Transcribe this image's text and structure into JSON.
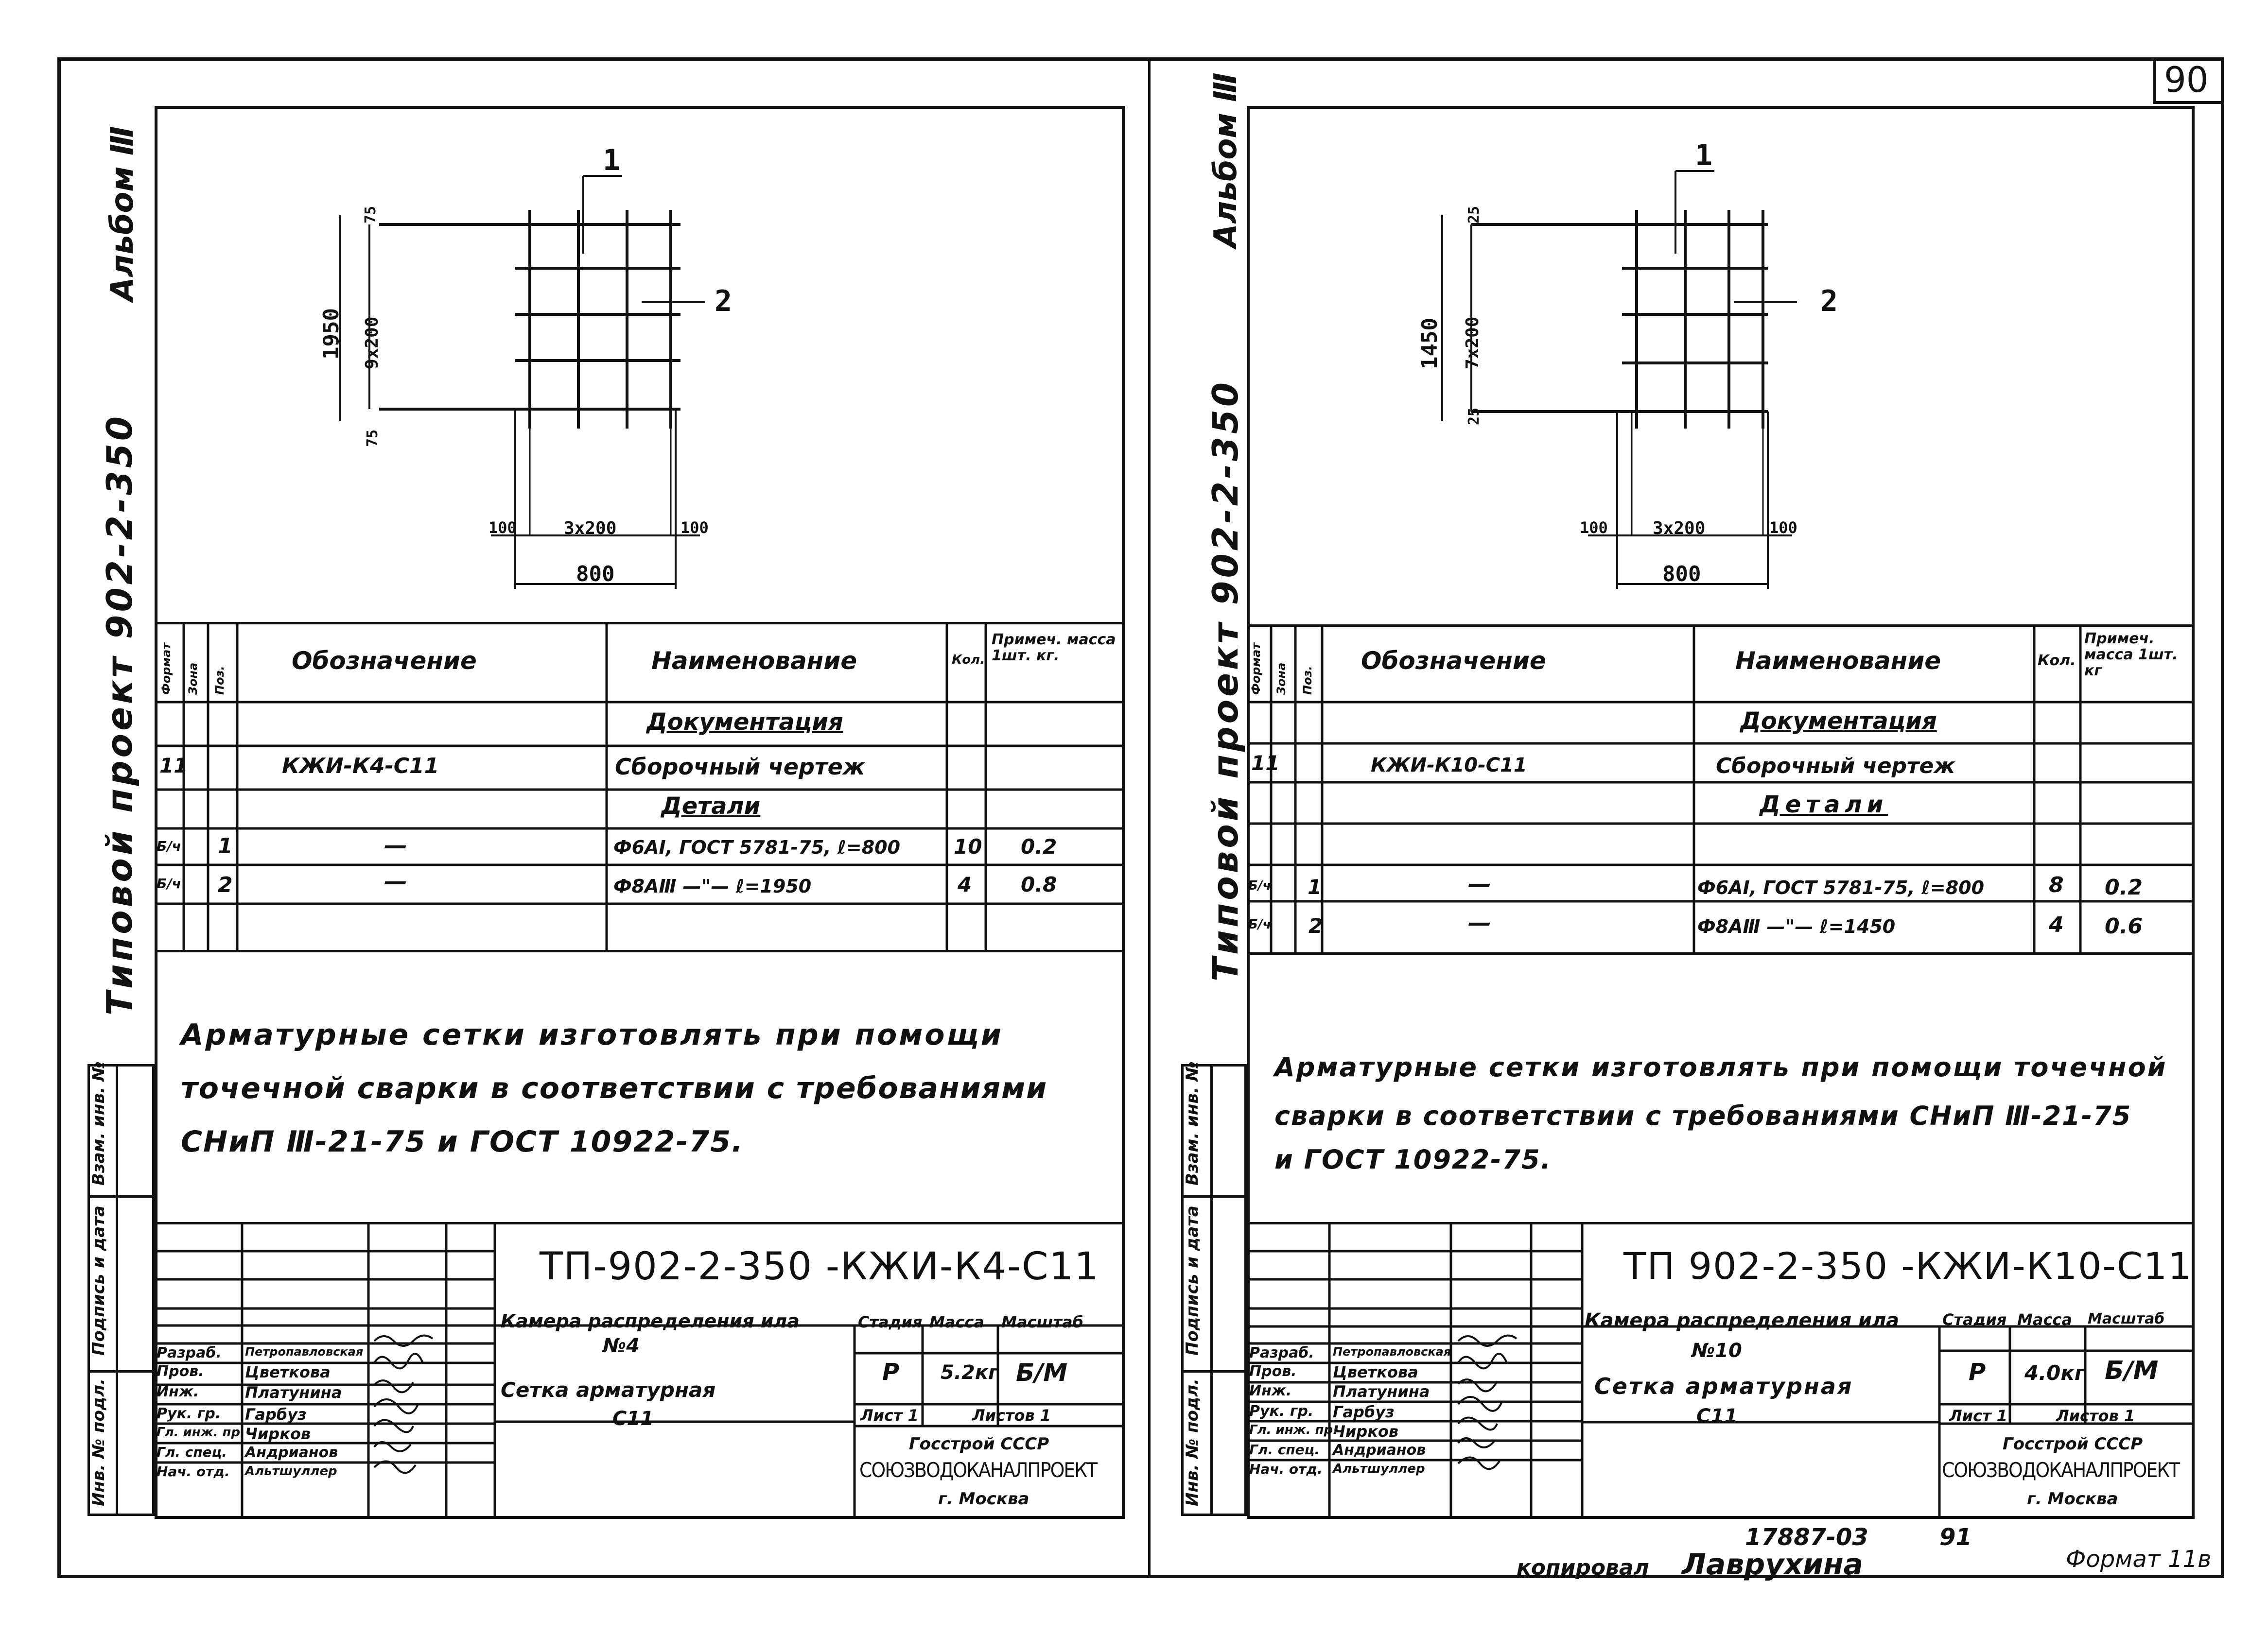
{
  "page_number": "90",
  "footer": {
    "code": "17887-03",
    "sheet_no": "91",
    "copied_by": "копировал",
    "copier": "Лаврухина",
    "format": "Формат 11в"
  },
  "left": {
    "album": "Альбом Ⅲ",
    "project": "Типовой проект 902-2-350",
    "drawing": {
      "height_total": "1950",
      "spacing_v": "9х200",
      "top_offset": "75",
      "bottom_offset": "75",
      "spacing_h": "3х200",
      "margin_left": "100",
      "margin_right": "100",
      "width_total": "800",
      "callout_1": "1",
      "callout_2": "2"
    },
    "table": {
      "headers": {
        "format": "Формат",
        "zone": "Зона",
        "pos": "Поз.",
        "designation": "Обозначение",
        "name": "Наименование",
        "qty": "Кол.",
        "note": "Примеч. масса 1шт. кг."
      },
      "section_docs": "Документация",
      "row_docs": {
        "format": "11",
        "designation": "КЖИ-К4-С11",
        "name": "Сборочный чертеж"
      },
      "section_parts": "Детали",
      "rows": [
        {
          "format": "Б/ч",
          "pos": "1",
          "designation": "—",
          "name": "Ф6АⅠ, ГОСТ 5781-75, ℓ=800",
          "qty": "10",
          "note": "0.2"
        },
        {
          "format": "Б/ч",
          "pos": "2",
          "designation": "—",
          "name": "Ф8АⅢ —\"— ℓ=1950",
          "qty": "4",
          "note": "0.8"
        }
      ]
    },
    "note_lines": [
      "Арматурные сетки изготовлять при помощи",
      "точечной сварки в соответствии с требованиями",
      "СНиП Ⅲ-21-75 и ГОСТ 10922-75."
    ],
    "side_labels": [
      "Взам. инв. №",
      "Подпись и дата",
      "Инв. № подл."
    ],
    "title_block": {
      "doc_code": "ТП-902-2-350 -КЖИ-К4-С11",
      "object_l1": "Камера распределения ила",
      "object_l2": "№4",
      "object_l3": "Сетка арматурная",
      "object_l4": "С11",
      "stage_h": "Стадия",
      "mass_h": "Масса",
      "scale_h": "Масштаб",
      "stage": "Р",
      "mass": "5.2кг",
      "scale": "Б/М",
      "sheet": "Лист 1",
      "sheets": "Листов 1",
      "org1": "Госстрой СССР",
      "org2": "СОЮЗВОДОКАНАЛПРОЕКТ",
      "org3": "г. Москва",
      "roles": [
        "Разраб.",
        "Пров.",
        "Инж.",
        "Рук. гр.",
        "Гл. инж. пр.",
        "Гл. спец.",
        "Нач. отд."
      ],
      "names": [
        "Петропавловская",
        "Цветкова",
        "Платунина",
        "Гарбуз",
        "Чирков",
        "Андрианов",
        "Альтшуллер"
      ]
    }
  },
  "right": {
    "album": "Альбом Ⅲ",
    "project": "Типовой проект 902-2-350",
    "drawing": {
      "height_total": "1450",
      "spacing_v": "7х200",
      "top_offset": "25",
      "bottom_offset": "25",
      "spacing_h": "3х200",
      "margin_left": "100",
      "margin_right": "100",
      "width_total": "800",
      "callout_1": "1",
      "callout_2": "2"
    },
    "table": {
      "headers": {
        "format": "Формат",
        "zone": "Зона",
        "pos": "Поз.",
        "designation": "Обозначение",
        "name": "Наименование",
        "qty": "Кол.",
        "note": "Примеч. масса 1шт. кг"
      },
      "section_docs": "Документация",
      "row_docs": {
        "format": "11",
        "designation": "КЖИ-К10-С11",
        "name": "Сборочный чертеж"
      },
      "section_parts": "Детали",
      "rows": [
        {
          "format": "Б/ч",
          "pos": "1",
          "designation": "—",
          "name": "Ф6АⅠ, ГОСТ 5781-75, ℓ=800",
          "qty": "8",
          "note": "0.2"
        },
        {
          "format": "Б/ч",
          "pos": "2",
          "designation": "—",
          "name": "Ф8АⅢ —\"— ℓ=1450",
          "qty": "4",
          "note": "0.6"
        }
      ]
    },
    "note_lines": [
      "Арматурные сетки изготовлять при помощи точечной",
      "сварки в соответствии с требованиями СНиП Ⅲ-21-75",
      "и ГОСТ 10922-75."
    ],
    "side_labels": [
      "Взам. инв. №",
      "Подпись и дата",
      "Инв. № подл."
    ],
    "title_block": {
      "doc_code": "ТП 902-2-350 -КЖИ-К10-С11",
      "object_l1": "Камера распределения ила",
      "object_l2": "№10",
      "object_l3": "Сетка арматурная",
      "object_l4": "С11",
      "stage_h": "Стадия",
      "mass_h": "Масса",
      "scale_h": "Масштаб",
      "stage": "Р",
      "mass": "4.0кг",
      "scale": "Б/М",
      "sheet": "Лист 1",
      "sheets": "Листов 1",
      "org1": "Госстрой СССР",
      "org2": "СОЮЗВОДОКАНАЛПРОЕКТ",
      "org3": "г. Москва",
      "roles": [
        "Разраб.",
        "Пров.",
        "Инж.",
        "Рук. гр.",
        "Гл. инж. пр.",
        "Гл. спец.",
        "Нач. отд."
      ],
      "names": [
        "Петропавловская",
        "Цветкова",
        "Платунина",
        "Гарбуз",
        "Чирков",
        "Андрианов",
        "Альтшуллер"
      ]
    }
  }
}
